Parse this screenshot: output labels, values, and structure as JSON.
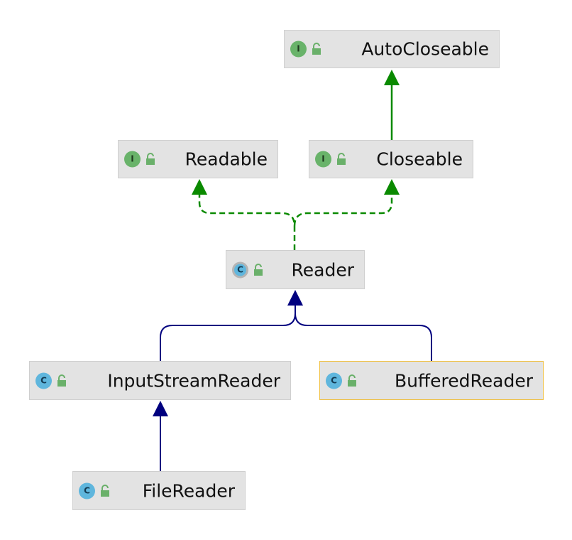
{
  "colors": {
    "node_fill": "#e3e3e3",
    "implements_edge": "#0a8a00",
    "extends_edge": "#00007f",
    "selected_border": "#f0c040"
  },
  "nodes": {
    "autocloseable": {
      "label": "AutoCloseable",
      "kind": "interface",
      "badge": "I",
      "icon": "public-lock-icon"
    },
    "readable": {
      "label": "Readable",
      "kind": "interface",
      "badge": "I",
      "icon": "public-lock-icon"
    },
    "closeable": {
      "label": "Closeable",
      "kind": "interface",
      "badge": "I",
      "icon": "public-lock-icon"
    },
    "reader": {
      "label": "Reader",
      "kind": "abstract-class",
      "badge": "C",
      "icon": "public-lock-icon"
    },
    "inputstreamreader": {
      "label": "InputStreamReader",
      "kind": "class",
      "badge": "C",
      "icon": "public-lock-icon"
    },
    "bufferedreader": {
      "label": "BufferedReader",
      "kind": "class",
      "badge": "C",
      "icon": "public-lock-icon",
      "selected": true
    },
    "filereader": {
      "label": "FileReader",
      "kind": "class",
      "badge": "C",
      "icon": "public-lock-icon"
    }
  },
  "edges": [
    {
      "from": "Closeable",
      "to": "AutoCloseable",
      "type": "extends-interface"
    },
    {
      "from": "Reader",
      "to": "Readable",
      "type": "implements"
    },
    {
      "from": "Reader",
      "to": "Closeable",
      "type": "implements"
    },
    {
      "from": "InputStreamReader",
      "to": "Reader",
      "type": "extends"
    },
    {
      "from": "BufferedReader",
      "to": "Reader",
      "type": "extends"
    },
    {
      "from": "FileReader",
      "to": "InputStreamReader",
      "type": "extends"
    }
  ]
}
